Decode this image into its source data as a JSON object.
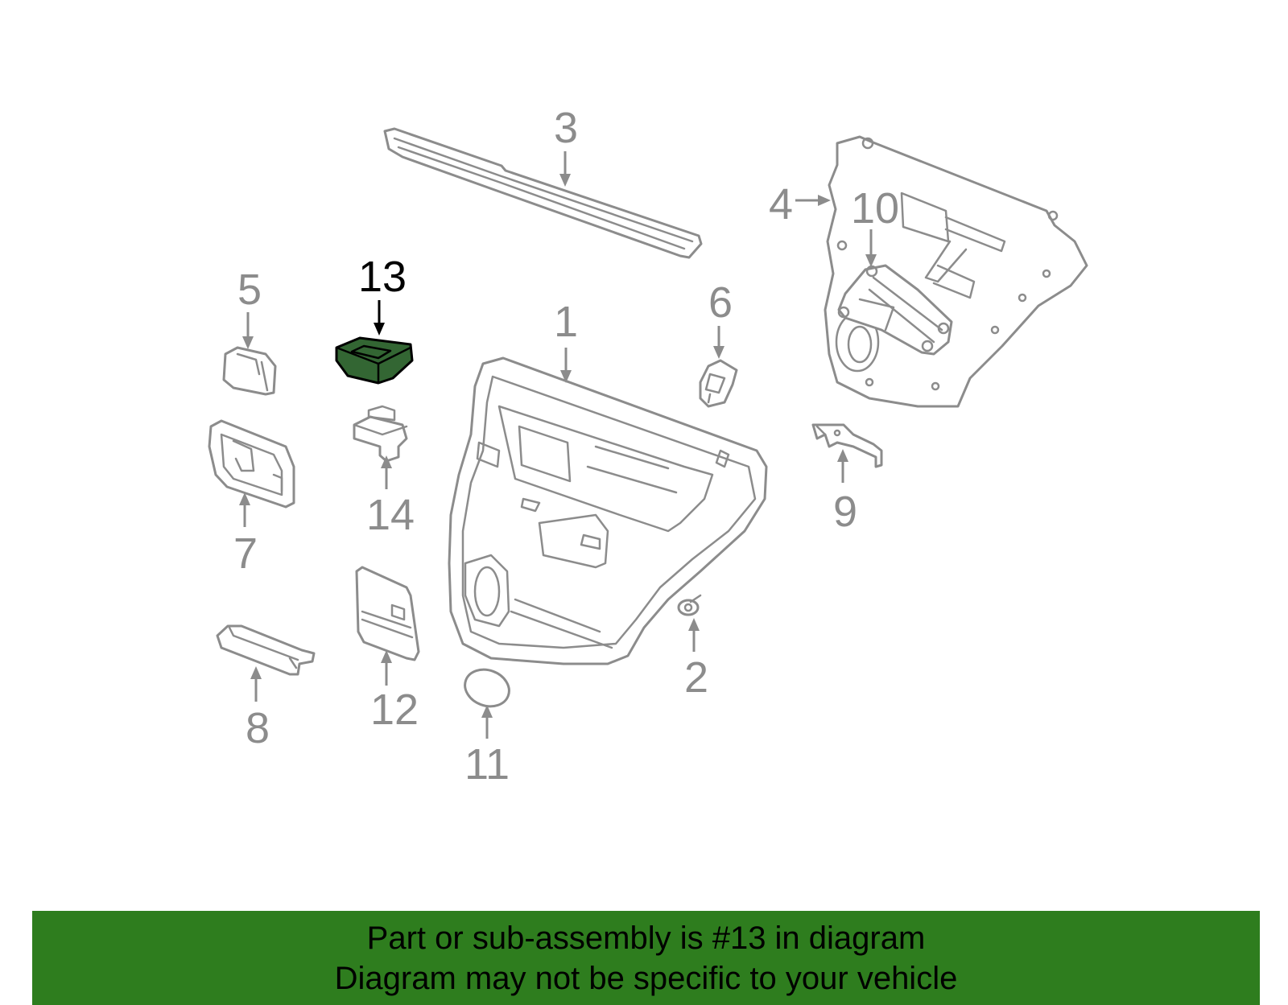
{
  "diagram": {
    "highlighted_part": "13",
    "highlight_color": "#336633",
    "part_stroke_color": "#8c8c8c",
    "callouts": {
      "c1": "1",
      "c2": "2",
      "c3": "3",
      "c4": "4",
      "c5": "5",
      "c6": "6",
      "c7": "7",
      "c8": "8",
      "c9": "9",
      "c10": "10",
      "c11": "11",
      "c12": "12",
      "c13": "13",
      "c14": "14"
    }
  },
  "banner": {
    "background_color": "#2e7d1e",
    "line1": "Part or sub-assembly is #13 in diagram",
    "line2": "Diagram may not be specific to your vehicle"
  }
}
